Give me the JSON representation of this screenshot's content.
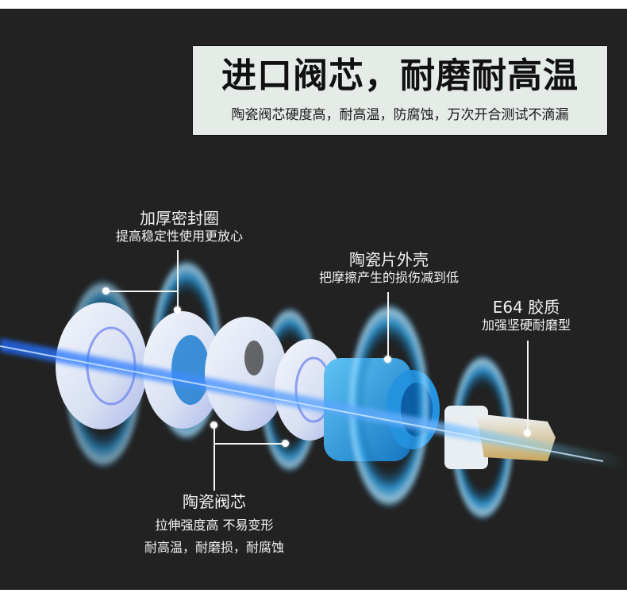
{
  "banner": {
    "title": "进口阀芯，耐磨耐高温",
    "subtitle": "陶瓷阀芯硬度高，耐高温，防腐蚀，万次开合测试不滴漏"
  },
  "callouts": [
    {
      "title": "加厚密封圈",
      "lines": [
        "提高稳定性使用更放心"
      ]
    },
    {
      "title": "陶瓷片外壳",
      "lines": [
        "把摩擦产生的损伤减到低"
      ]
    },
    {
      "title": "E64 胶质",
      "lines": [
        "加强坚硬耐磨型"
      ]
    },
    {
      "title": "陶瓷阀芯",
      "lines": [
        "拉伸强度高 不易变形",
        "耐高温，耐磨损，耐腐蚀"
      ]
    }
  ],
  "colors": {
    "background": "#222222",
    "banner_fill": "#e5ebe7",
    "accent_blue": "#2aa8f0",
    "text_light": "#f2f2f2"
  },
  "illustration": {
    "icon": "ceramic-valve-cartridge-exploded-view"
  }
}
